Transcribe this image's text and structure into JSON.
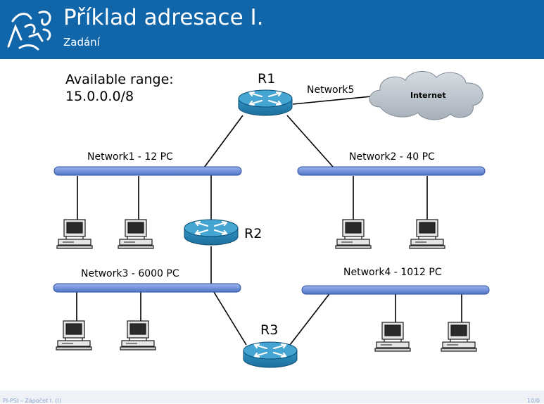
{
  "header": {
    "title": "Příklad adresace I.",
    "subtitle": "Zadání",
    "logo_icon": "cvut-lion-logo"
  },
  "content": {
    "range_label": "Available range:",
    "range_value": "15.0.0.0/8"
  },
  "diagram": {
    "routers": [
      {
        "id": "r1",
        "label": "R1"
      },
      {
        "id": "r2",
        "label": "R2"
      },
      {
        "id": "r3",
        "label": "R3"
      }
    ],
    "networks": [
      {
        "id": "network1",
        "label": "Network1 - 12 PC"
      },
      {
        "id": "network2",
        "label": "Network2 - 40 PC"
      },
      {
        "id": "network3",
        "label": "Network3 - 6000 PC"
      },
      {
        "id": "network4",
        "label": "Network4 - 1012 PC"
      },
      {
        "id": "network5",
        "label": "Network5"
      }
    ],
    "cloud_label": "Internet",
    "colors": {
      "header": "#1166aa",
      "bus": "#6a8fd8",
      "router": "#2a8ab8",
      "cloud": "#b4bcc6"
    }
  },
  "footer": {
    "left": "PI-PSI – Zápočet I. (I)",
    "right": "10/0"
  }
}
